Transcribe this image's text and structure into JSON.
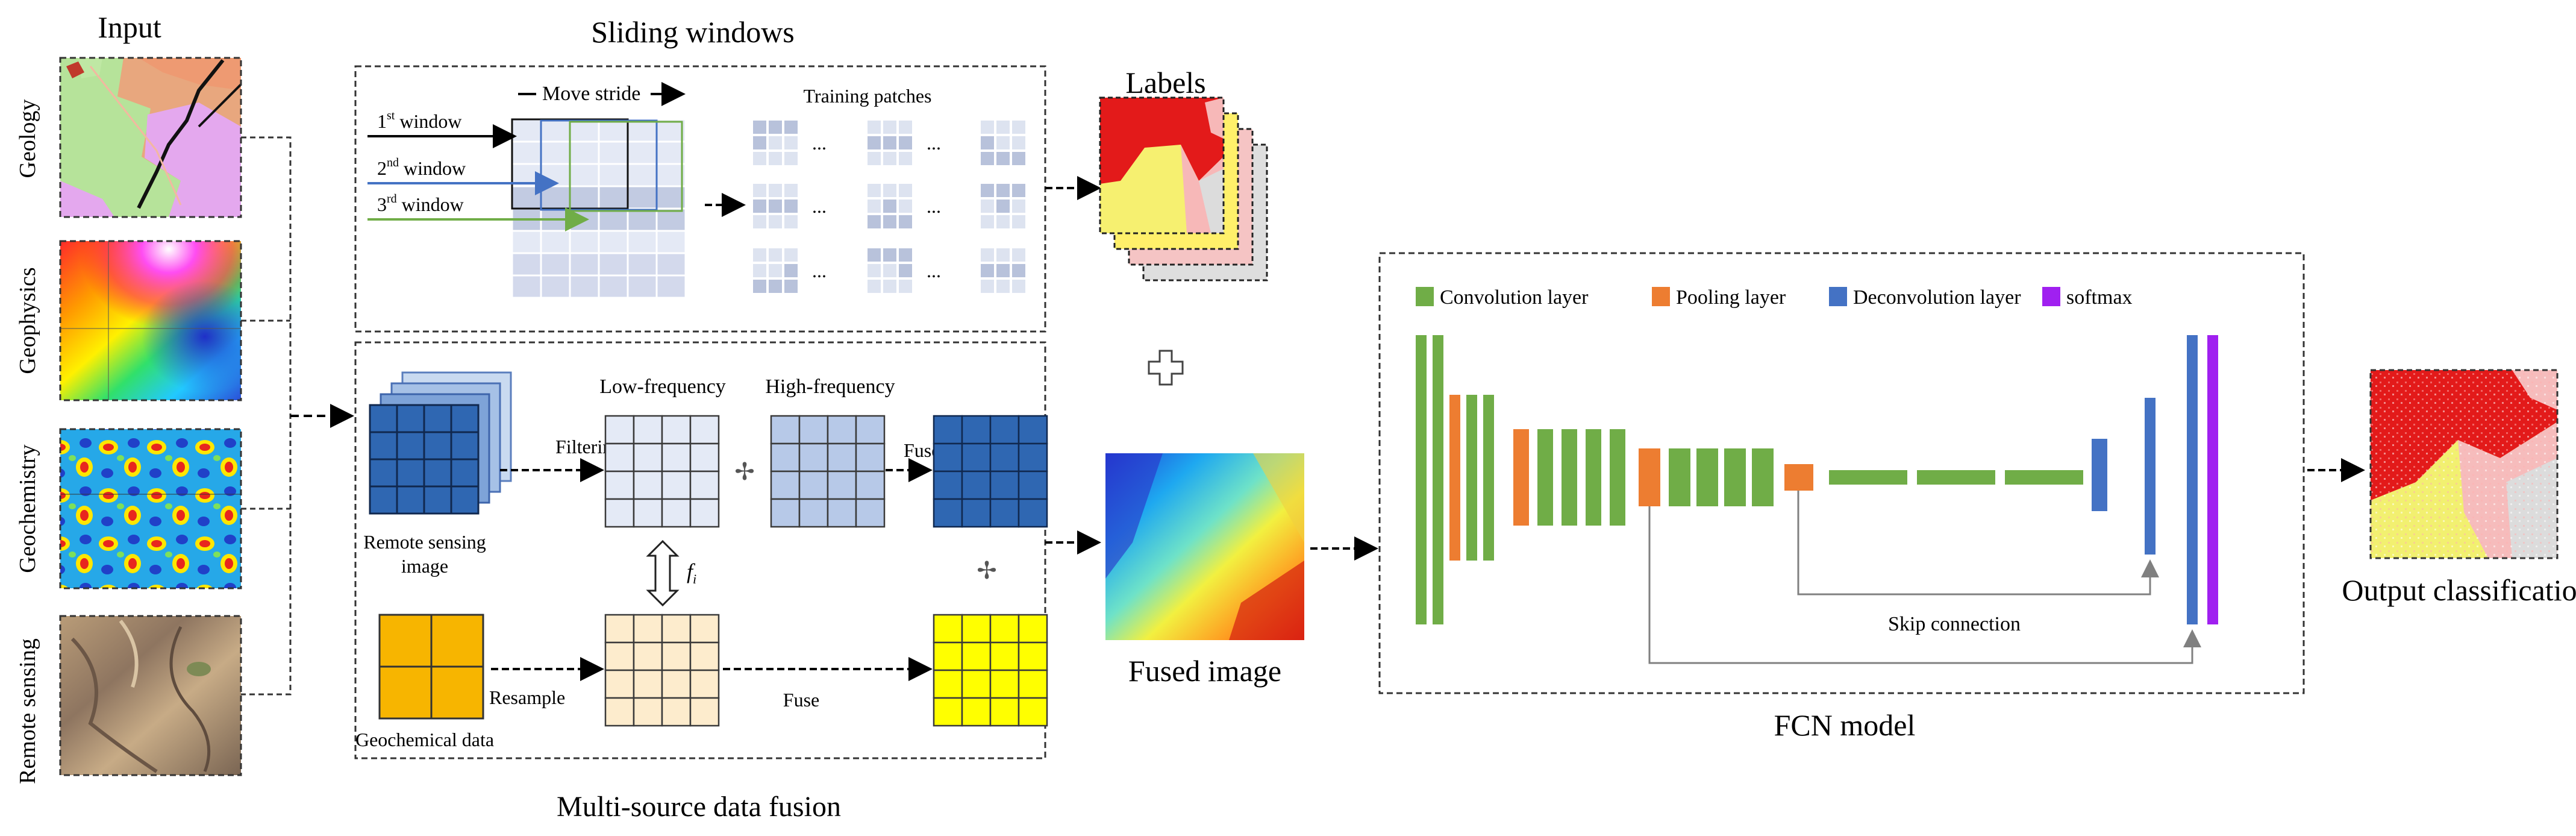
{
  "input": {
    "title": "Input",
    "layers": [
      "Geology",
      "Geophysics",
      "Geochemistry",
      "Remote sensing"
    ]
  },
  "sliding": {
    "title": "Sliding windows",
    "move_stride": "Move stride",
    "training_patches": "Training patches",
    "ellipsis": "...",
    "windows": [
      {
        "ord": "1",
        "sup": "st",
        "label": "window"
      },
      {
        "ord": "2",
        "sup": "nd",
        "label": "window"
      },
      {
        "ord": "3",
        "sup": "rd",
        "label": "window"
      }
    ]
  },
  "labels": {
    "title": "Labels"
  },
  "fusion": {
    "title": "Multi-source data fusion",
    "low_frequency": "Low-frequency",
    "high_frequency": "High-frequency",
    "filtering": "Filtering",
    "fuse_top": "Fuse",
    "fuse_bottom": "Fuse",
    "resample": "Resample",
    "rs_image_line1": "Remote sensing",
    "rs_image_line2": "image",
    "geochem_data": "Geochemical data",
    "f_symbol": "f",
    "f_sub": "i"
  },
  "fused": {
    "title": "Fused image"
  },
  "fcn": {
    "title": "FCN model",
    "skip_connection": "Skip connection",
    "legend": [
      {
        "label": "Convolution layer",
        "color": "#70ad47"
      },
      {
        "label": "Pooling layer",
        "color": "#ed7d31"
      },
      {
        "label": "Deconvolution layer",
        "color": "#4472c4"
      },
      {
        "label": "softmax",
        "color": "#a020f0"
      }
    ]
  },
  "output": {
    "title": "Output classification"
  },
  "colors": {
    "conv": "#70ad47",
    "pool": "#ed7d31",
    "deconv": "#4472c4",
    "softmax": "#a020f0",
    "rs_blue": "#2f67b2",
    "geochem_orange": "#f7b500",
    "fused_yellow": "#ffff00"
  }
}
